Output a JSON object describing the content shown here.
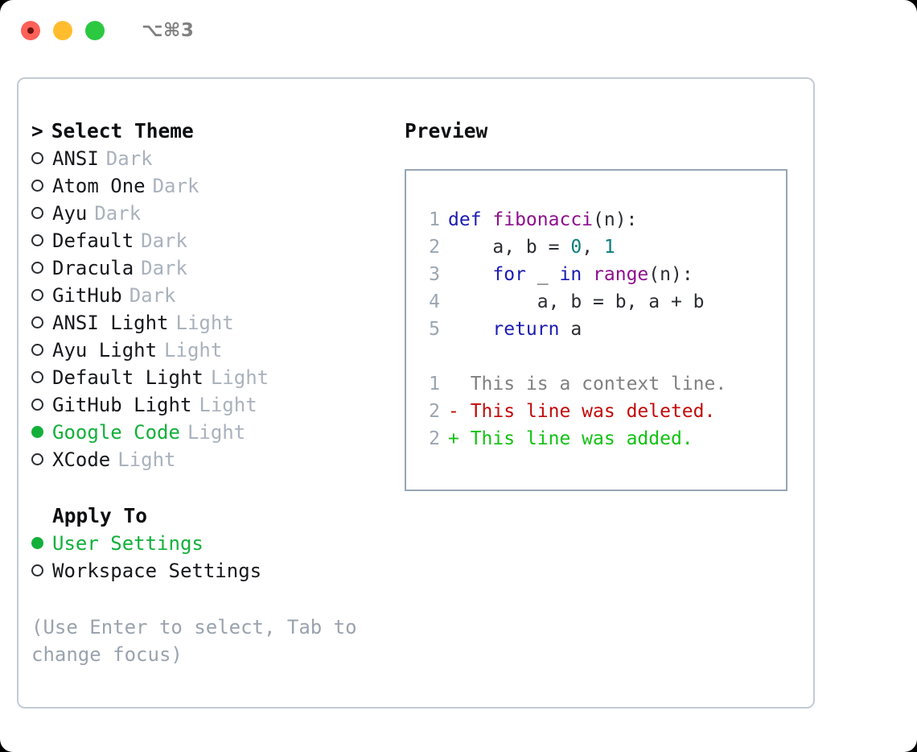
{
  "window": {
    "shortcut": "⌥⌘3",
    "controls": [
      {
        "name": "close",
        "color": "#ff6159"
      },
      {
        "name": "minimize",
        "color": "#ffbd2e"
      },
      {
        "name": "maximize",
        "color": "#2bc840"
      }
    ]
  },
  "theme_panel": {
    "header": "Select Theme",
    "caret": ">",
    "items": [
      {
        "label": "ANSI",
        "badge": "Dark",
        "selected": false
      },
      {
        "label": "Atom One",
        "badge": "Dark",
        "selected": false
      },
      {
        "label": "Ayu",
        "badge": "Dark",
        "selected": false
      },
      {
        "label": "Default",
        "badge": "Dark",
        "selected": false
      },
      {
        "label": "Dracula",
        "badge": "Dark",
        "selected": false
      },
      {
        "label": "GitHub",
        "badge": "Dark",
        "selected": false
      },
      {
        "label": "ANSI Light",
        "badge": "Light",
        "selected": false
      },
      {
        "label": "Ayu Light",
        "badge": "Light",
        "selected": false
      },
      {
        "label": "Default Light",
        "badge": "Light",
        "selected": false
      },
      {
        "label": "GitHub Light",
        "badge": "Light",
        "selected": false
      },
      {
        "label": "Google Code",
        "badge": "Light",
        "selected": true
      },
      {
        "label": "XCode",
        "badge": "Light",
        "selected": false
      }
    ]
  },
  "apply_panel": {
    "header": "Apply To",
    "items": [
      {
        "label": "User Settings",
        "selected": true
      },
      {
        "label": "Workspace Settings",
        "selected": false
      }
    ]
  },
  "hint": "(Use Enter to select, Tab to change focus)",
  "preview": {
    "title": "Preview",
    "code_lines": [
      {
        "number": "1",
        "tokens": [
          {
            "text": "def ",
            "type": "kw"
          },
          {
            "text": "fibonacci",
            "type": "fn"
          },
          {
            "text": "(n):",
            "type": "pl"
          }
        ]
      },
      {
        "number": "2",
        "tokens": [
          {
            "text": "    a, b = ",
            "type": "pl"
          },
          {
            "text": "0",
            "type": "num"
          },
          {
            "text": ", ",
            "type": "pl"
          },
          {
            "text": "1",
            "type": "num"
          }
        ]
      },
      {
        "number": "3",
        "tokens": [
          {
            "text": "    ",
            "type": "pl"
          },
          {
            "text": "for",
            "type": "kw"
          },
          {
            "text": " _ ",
            "type": "pl"
          },
          {
            "text": "in",
            "type": "kw"
          },
          {
            "text": " ",
            "type": "pl"
          },
          {
            "text": "range",
            "type": "fn"
          },
          {
            "text": "(n):",
            "type": "pl"
          }
        ]
      },
      {
        "number": "4",
        "tokens": [
          {
            "text": "        a, b = b, a + b",
            "type": "pl"
          }
        ]
      },
      {
        "number": "5",
        "tokens": [
          {
            "text": "    ",
            "type": "pl"
          },
          {
            "text": "return",
            "type": "kw"
          },
          {
            "text": " a",
            "type": "pl"
          }
        ]
      }
    ],
    "diff_lines": [
      {
        "number": "1",
        "marker": " ",
        "text": "This is a context line.",
        "type": "ctx"
      },
      {
        "number": "2",
        "marker": "-",
        "text": "This line was deleted.",
        "type": "del"
      },
      {
        "number": "2",
        "marker": "+",
        "text": "This line was added.",
        "type": "add"
      }
    ]
  },
  "colors": {
    "accent_green": "#12b03a",
    "badge_gray": "#a9b2bd",
    "hint_gray": "#9aa3ae",
    "gutter_gray": "#9aa5b1",
    "panel_border": "#97a6b5",
    "frame_border": "#c3cbd6",
    "keyword_blue": "#1b1bb3",
    "function_purple": "#8e0f8e",
    "number_teal": "#0d7d7d",
    "diff_delete_red": "#c20a0a",
    "diff_add_green": "#11c211"
  }
}
